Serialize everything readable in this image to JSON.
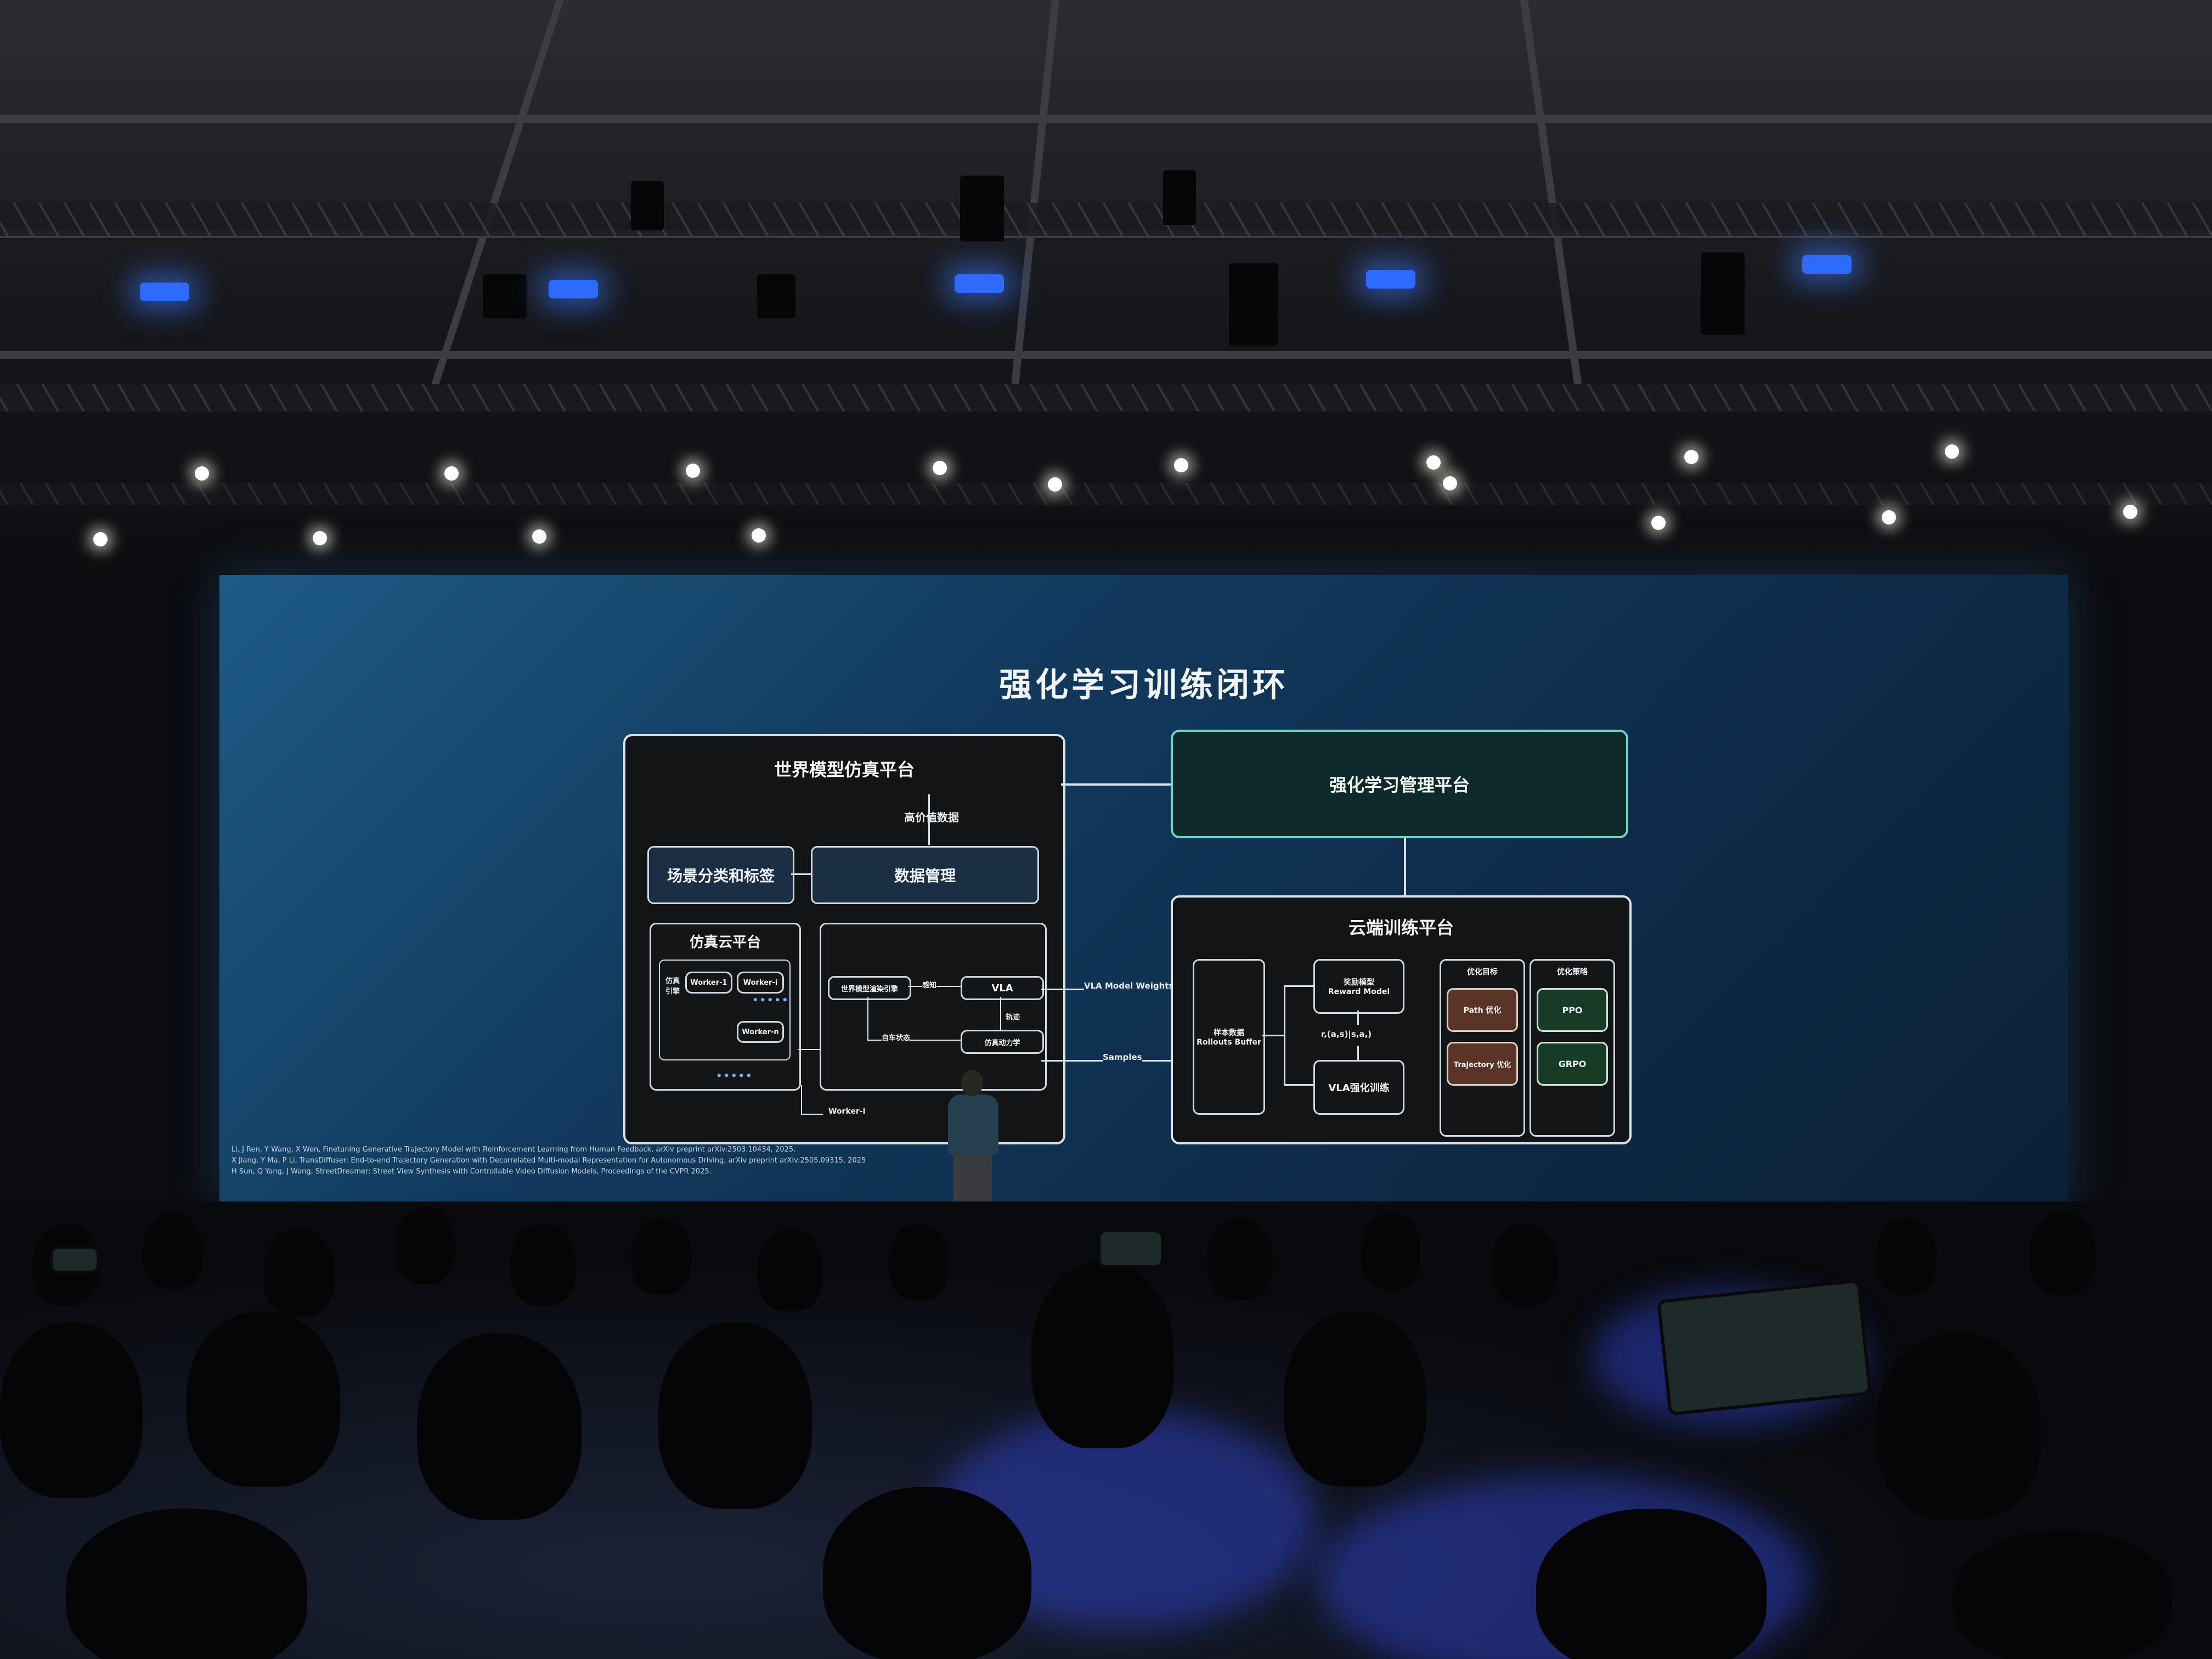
{
  "slide": {
    "title": "强化学习训练闭环",
    "world_model_platform": {
      "title": "世界模型仿真平台",
      "high_value_data": "高价值数据",
      "scene_classification": "场景分类和标签",
      "data_management": "数据管理",
      "sim_cloud": {
        "title": "仿真云平台",
        "engine": "仿真引擎",
        "worker_1": "Worker-1",
        "worker_i": "Worker-i",
        "worker_n": "Worker-n"
      },
      "world_model_engine": "世界模型渲染引擎",
      "perception": "感知",
      "vla": "VLA",
      "trajectory": "轨迹",
      "ego_state": "自车状态",
      "sim_dynamics": "仿真动力学",
      "worker_i_label": "Worker-i"
    },
    "rl_management_platform": {
      "title": "强化学习管理平台"
    },
    "cloud_training_platform": {
      "title": "云端训练平台",
      "rollouts_buffer_cn": "样本数据",
      "rollouts_buffer_en": "Rollouts Buffer",
      "reward_model_cn": "奖励模型",
      "reward_model_en": "Reward Model",
      "tuple": "r,(a,s)|s,a,)",
      "vla_training": "VLA强化训练",
      "objectives_title": "优化目标",
      "path_opt": "Path 优化",
      "trajectory_opt": "Trajectory 优化",
      "strategy_title": "优化策略",
      "ppo": "PPO",
      "grpo": "GRPO"
    },
    "edges": {
      "weights": "VLA Model Weights",
      "samples": "Samples"
    },
    "references": [
      "Li, J Ren, Y Wang, X Wen, Finetuning Generative Trajectory Model with Reinforcement Learning from Human Feedback, arXiv preprint arXiv:2503.10434, 2025.",
      "X Jiang, Y Ma, P Li, TransDiffuser: End-to-end Trajectory Generation with Decorrelated Multi-modal Representation for Autonomous Driving, arXiv preprint arXiv:2505.09315, 2025",
      "H Sun, Q Yang, J Wang, StreetDreamer: Street View Synthesis with Controllable Video Diffusion Models, Proceedings of the CVPR 2025."
    ]
  }
}
